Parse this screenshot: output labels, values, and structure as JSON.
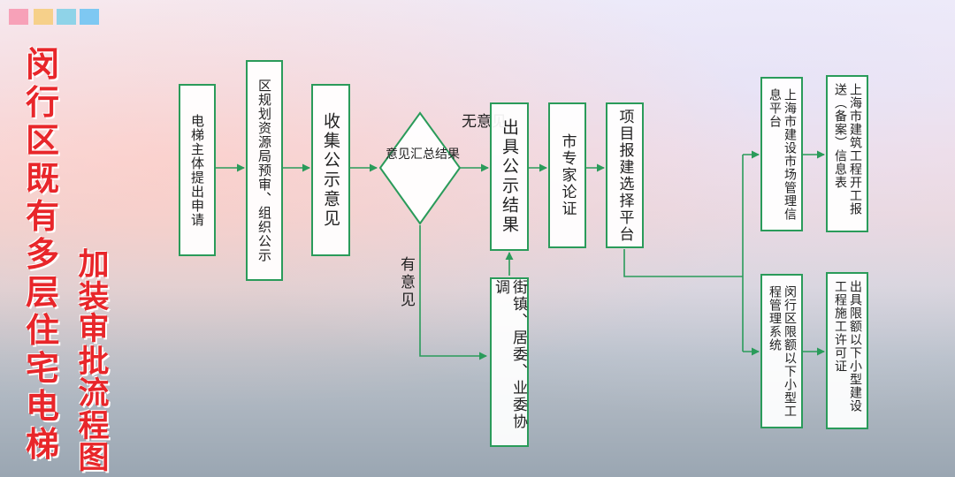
{
  "title": {
    "main": "闵行区既有多层住宅电梯",
    "sub": "加装审批流程图"
  },
  "swatch_colors": [
    "#f7a1b8",
    "#f6d08a",
    "#8fd3e8",
    "#7ec8f2",
    "#b9a6e6"
  ],
  "colors": {
    "title": "#e8262a",
    "box_border": "#2a9b5a",
    "arrow": "#2a9b5a"
  },
  "flow": {
    "step1": "电梯主体提出申请",
    "step2": "区规划资源局预审、组织公示",
    "step3": "收集公示意见",
    "decision": "意见汇总结果",
    "no_opinion_label": "无意见",
    "has_opinion_label": "有意见",
    "step4": "出具公示结果",
    "coordination": "街镇、居委、业委协调",
    "step5": "市专家论证",
    "step6": "项目报建选择平台",
    "platform_top": "上海市建设市场管理信息平台",
    "result_top": "上海市建筑工程开工报送（备案）信息表",
    "platform_bottom": "闵行区限额以下小型工程管理系统",
    "result_bottom": "出具限额以下小型建设工程施工许可证"
  }
}
